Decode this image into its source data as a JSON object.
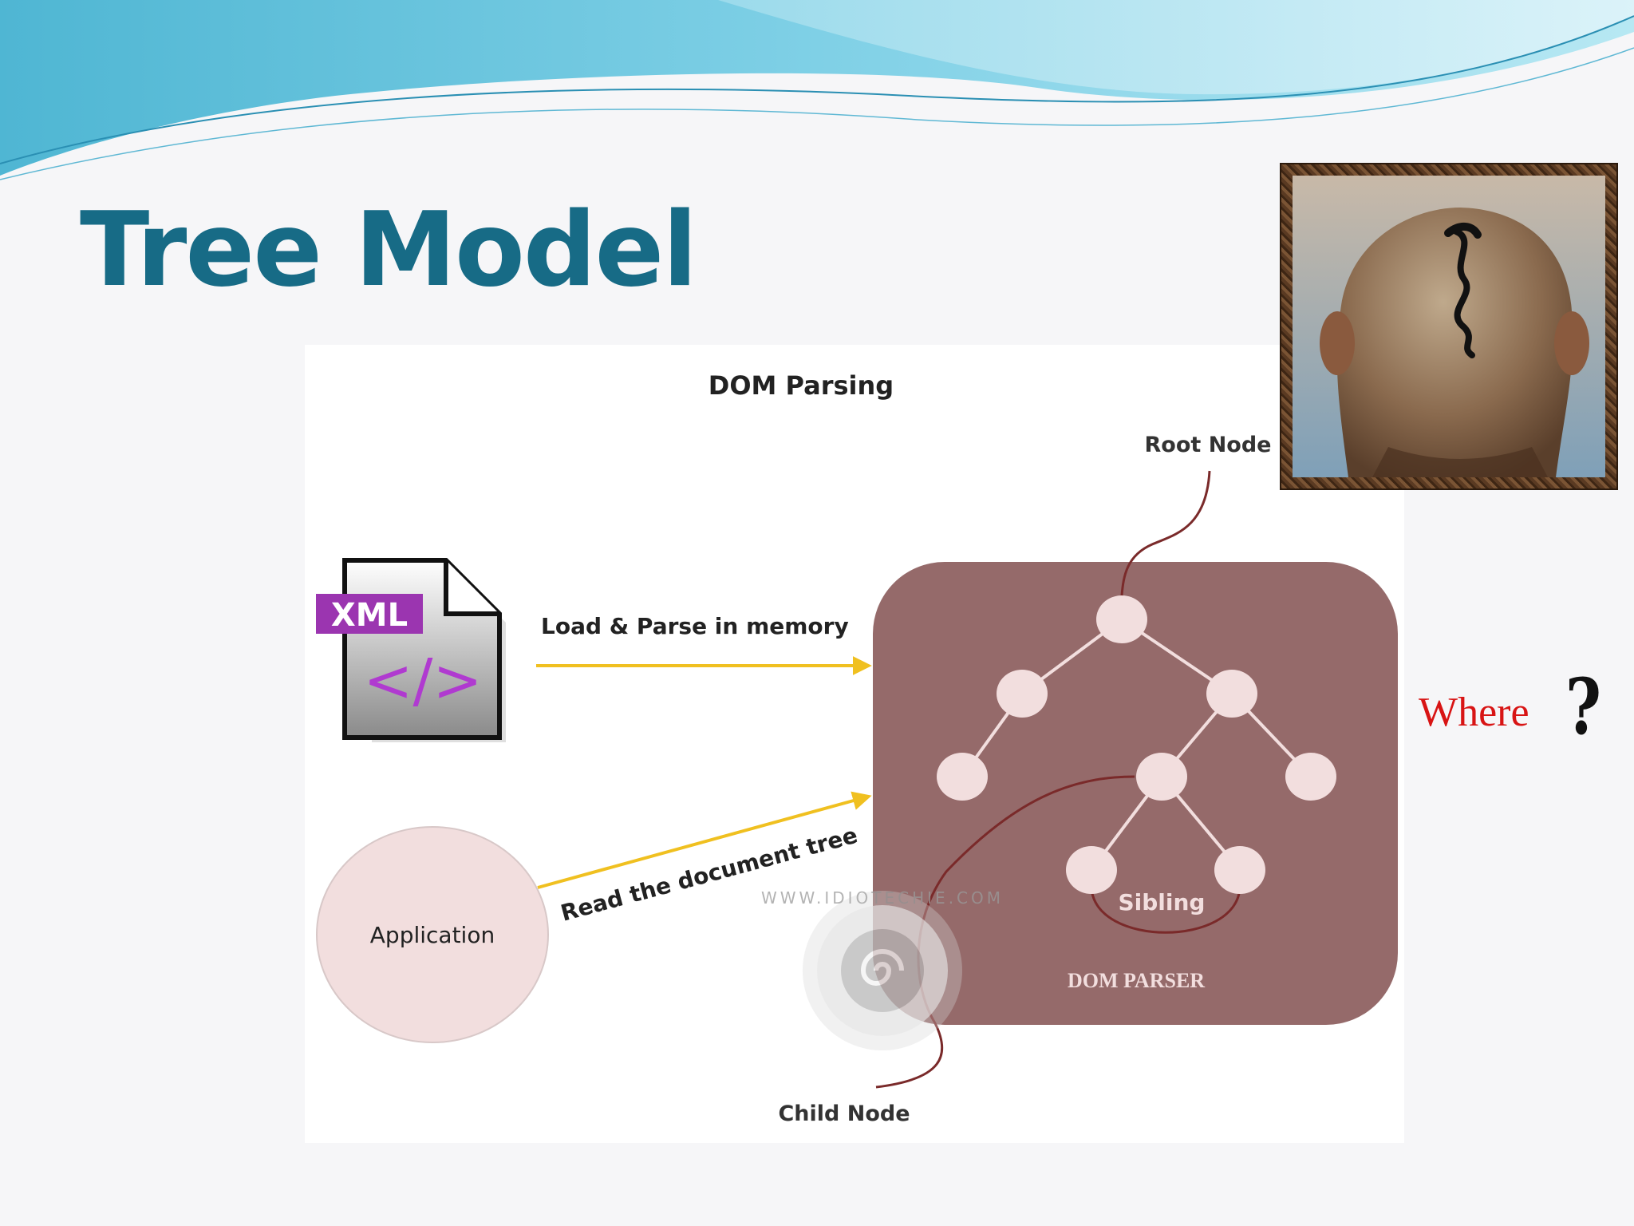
{
  "slide": {
    "title": "Tree Model"
  },
  "annotation": {
    "where": "Where",
    "question_mark": "?"
  },
  "diagram": {
    "title": "DOM Parsing",
    "file_badge": "XML",
    "file_code": "</>",
    "load_label": "Load & Parse in memory",
    "read_label": "Read the document tree",
    "application": "Application",
    "root_node": "Root Node",
    "child_node": "Child Node",
    "sibling": "Sibling",
    "parser": "DOM PARSER",
    "watermark": "WWW.IDIOTECHIE.COM"
  },
  "colors": {
    "title": "#176b86",
    "where": "#d81414",
    "parser_box": "#956a6a",
    "node": "#f2dede",
    "arrow": "#f0c020",
    "xml_badge": "#9b35b0",
    "connector": "#7a2a2a"
  },
  "icons": [
    "xml-file-icon",
    "question-mark-icon",
    "watermark-logo-icon"
  ]
}
